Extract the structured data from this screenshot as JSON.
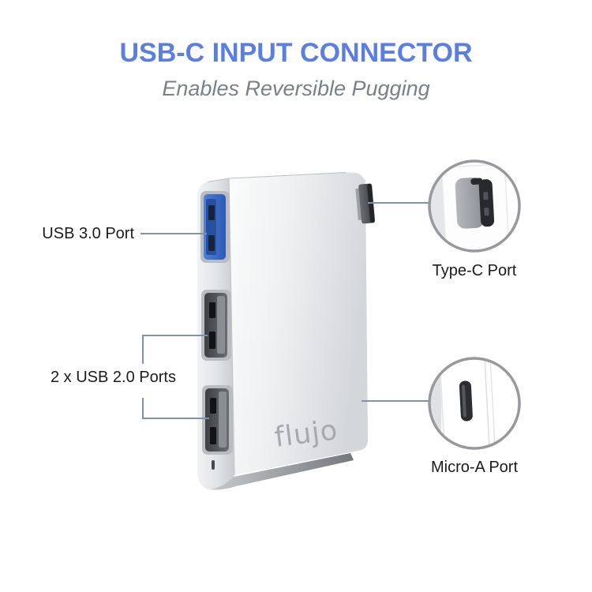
{
  "header": {
    "title": "USB-C INPUT CONNECTOR",
    "subtitle": "Enables Reversible Pugging"
  },
  "product": {
    "brand_logo": "flujo",
    "type": "USB-C hub, silver aluminum, angled product shot"
  },
  "callouts": {
    "usb3_label": "USB 3.0 Port",
    "usb2_label": "2 x USB 2.0 Ports",
    "typec_label": "Type-C Port",
    "microa_label": "Micro-A Port"
  },
  "colors": {
    "title-blue": "#5b7ee2",
    "subtitle-gray": "#7b7f87",
    "callout-line": "#8191ac",
    "circle-border": "#97999d",
    "label-text": "#1b1b1d",
    "logo-gray": "#a7aaad",
    "usb3-port-blue": "#3a6cc6"
  }
}
